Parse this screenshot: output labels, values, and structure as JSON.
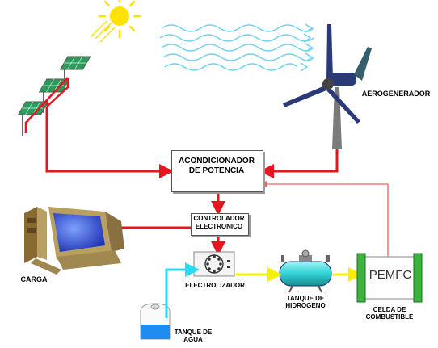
{
  "labels": {
    "aerogenerador": "AEROGENERADOR",
    "acondicionador_1": "ACONDICIONADOR",
    "acondicionador_2": "DE POTENCIA",
    "controlador_1": "CONTROLADOR",
    "controlador_2": "ELECTRONICO",
    "carga": "CARGA",
    "electrolizador": "ELECTROLIZADOR",
    "tanque_hidrogeno_1": "TANQUE DE",
    "tanque_hidrogeno_2": "HIDROGENO",
    "pemfc": "PEMFC",
    "celda_1": "CELDA DE",
    "celda_2": "COMBUSTIBLE",
    "tanque_agua_1": "TANQUE DE",
    "tanque_agua_2": "AGUA"
  },
  "colors": {
    "power_line": "#e8141e",
    "hydrogen_line": "#f5f000",
    "water_line": "#26dcf5",
    "return_line": "#f06060",
    "wind_waves": "#6fd3f0",
    "turbine": "#2a3a78",
    "fuel_cell_plate": "#3cb43c",
    "tank_body": "#2fd1d6",
    "monitor_case": "#b8a060",
    "screen": "#3050d0",
    "sun": "#ffe200"
  },
  "icons": [
    "sun-icon",
    "solar-panel-icon",
    "wind-turbine-icon",
    "computer-icon",
    "water-tank-icon",
    "hydrogen-tank-icon",
    "fuel-cell-icon",
    "electrolyzer-icon"
  ]
}
